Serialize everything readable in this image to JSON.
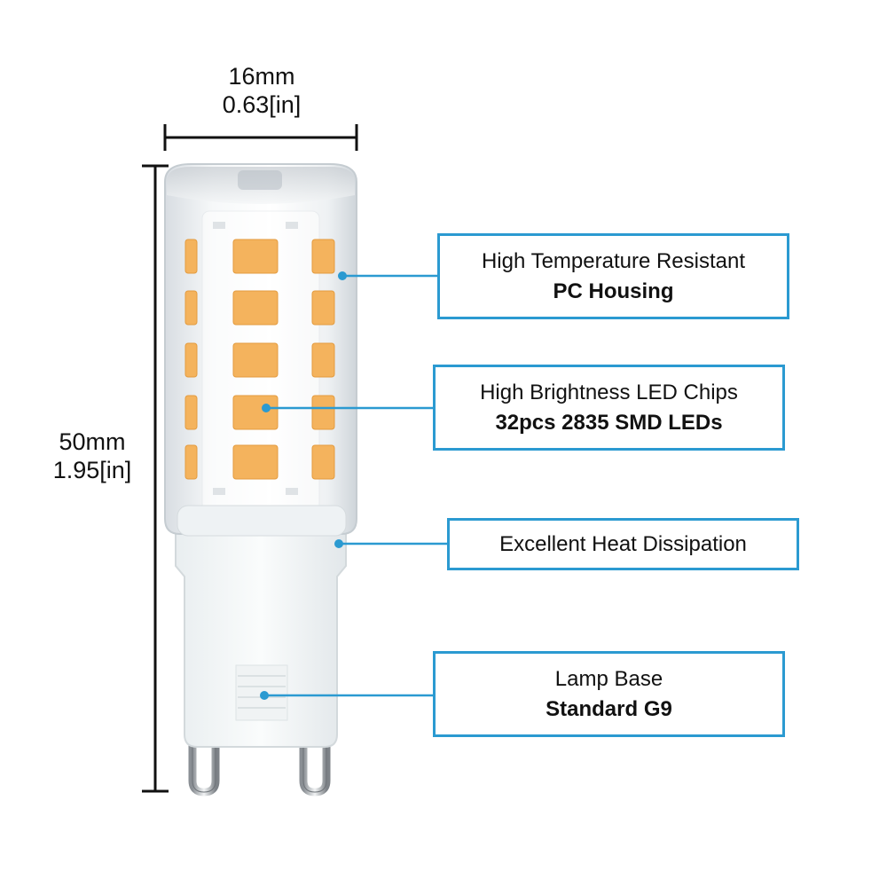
{
  "dimensions": {
    "width": {
      "metric": "16mm",
      "imperial": "0.63[in]"
    },
    "height": {
      "metric": "50mm",
      "imperial": "1.95[in]"
    }
  },
  "callouts": [
    {
      "line1": "High Temperature Resistant",
      "line2": "PC Housing"
    },
    {
      "line1": "High Brightness LED Chips",
      "line2": "32pcs 2835 SMD LEDs"
    },
    {
      "line1": "Excellent Heat Dissipation",
      "line2": ""
    },
    {
      "line1": "Lamp Base",
      "line2": "Standard G9"
    }
  ],
  "colors": {
    "accent": "#2b9ad1",
    "led": "#f4b35d",
    "dimension_line": "#111111"
  },
  "icons": {
    "bulb": "g9-led-bulb-illustration"
  }
}
